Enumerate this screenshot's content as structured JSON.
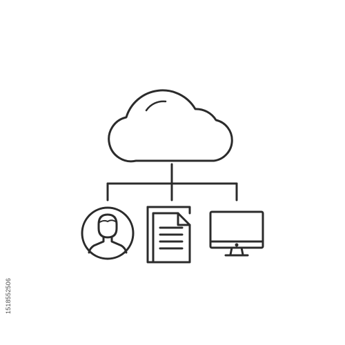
{
  "diagram": {
    "stroke_color": "#2b2b2b",
    "background": "#ffffff",
    "nodes": [
      {
        "id": "cloud",
        "icon": "cloud-icon"
      },
      {
        "id": "user",
        "icon": "user-avatar-icon"
      },
      {
        "id": "documents",
        "icon": "document-icon"
      },
      {
        "id": "monitor",
        "icon": "desktop-monitor-icon"
      }
    ],
    "edges": [
      {
        "from": "cloud",
        "to": "user"
      },
      {
        "from": "cloud",
        "to": "documents"
      },
      {
        "from": "cloud",
        "to": "monitor"
      }
    ]
  },
  "watermark": {
    "stock_id": "1518552506"
  }
}
